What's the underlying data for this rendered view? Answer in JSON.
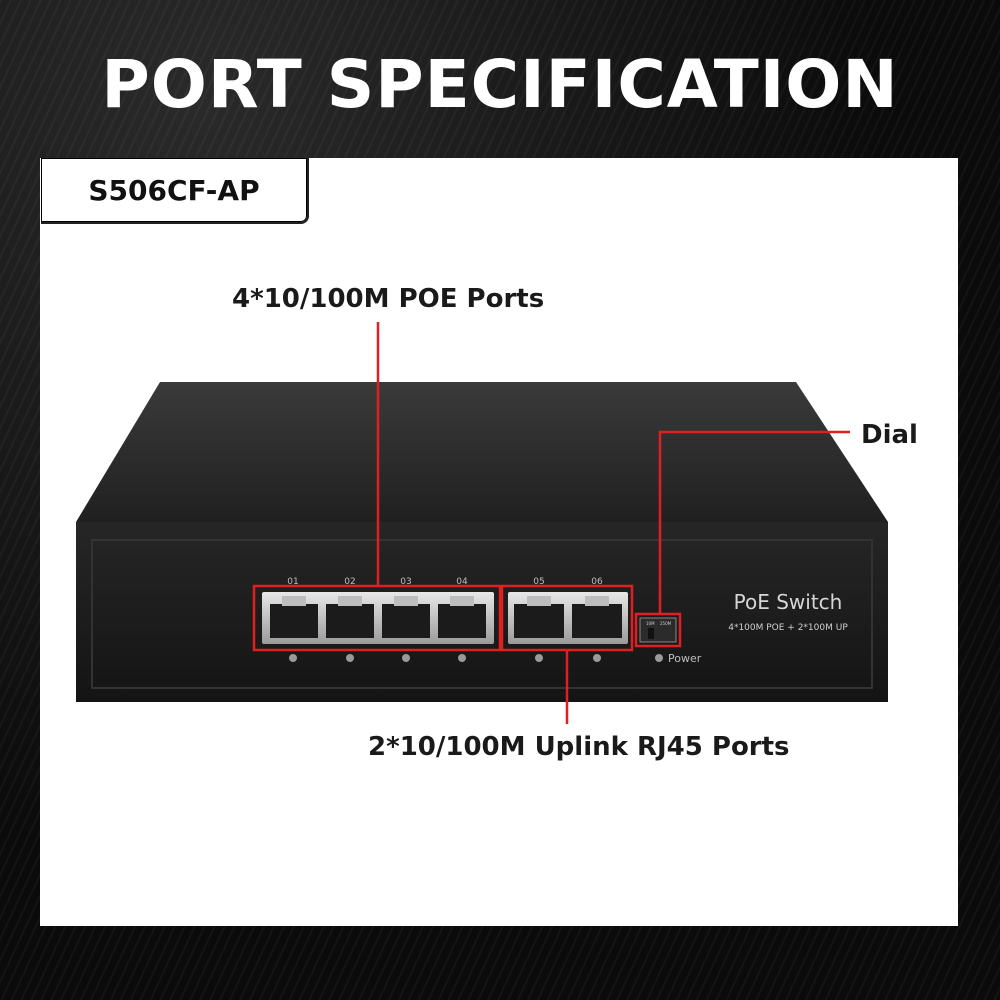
{
  "page": {
    "title": "PORT SPECIFICATION",
    "model": "S506CF-AP"
  },
  "callouts": {
    "poe_ports": "4*10/100M POE Ports",
    "uplink_ports": "2*10/100M Uplink RJ45 Ports",
    "dial": "Dial"
  },
  "device": {
    "brand_label": "PoE Switch",
    "spec_line": "4*100M POE + 2*100M UP",
    "power_label": "Power",
    "port_numbers": [
      "01",
      "02",
      "03",
      "04",
      "05",
      "06"
    ],
    "dial_marks": [
      "10M",
      "250M"
    ],
    "colors": {
      "body": "#1a1a1a",
      "callout": "#e02020"
    }
  }
}
